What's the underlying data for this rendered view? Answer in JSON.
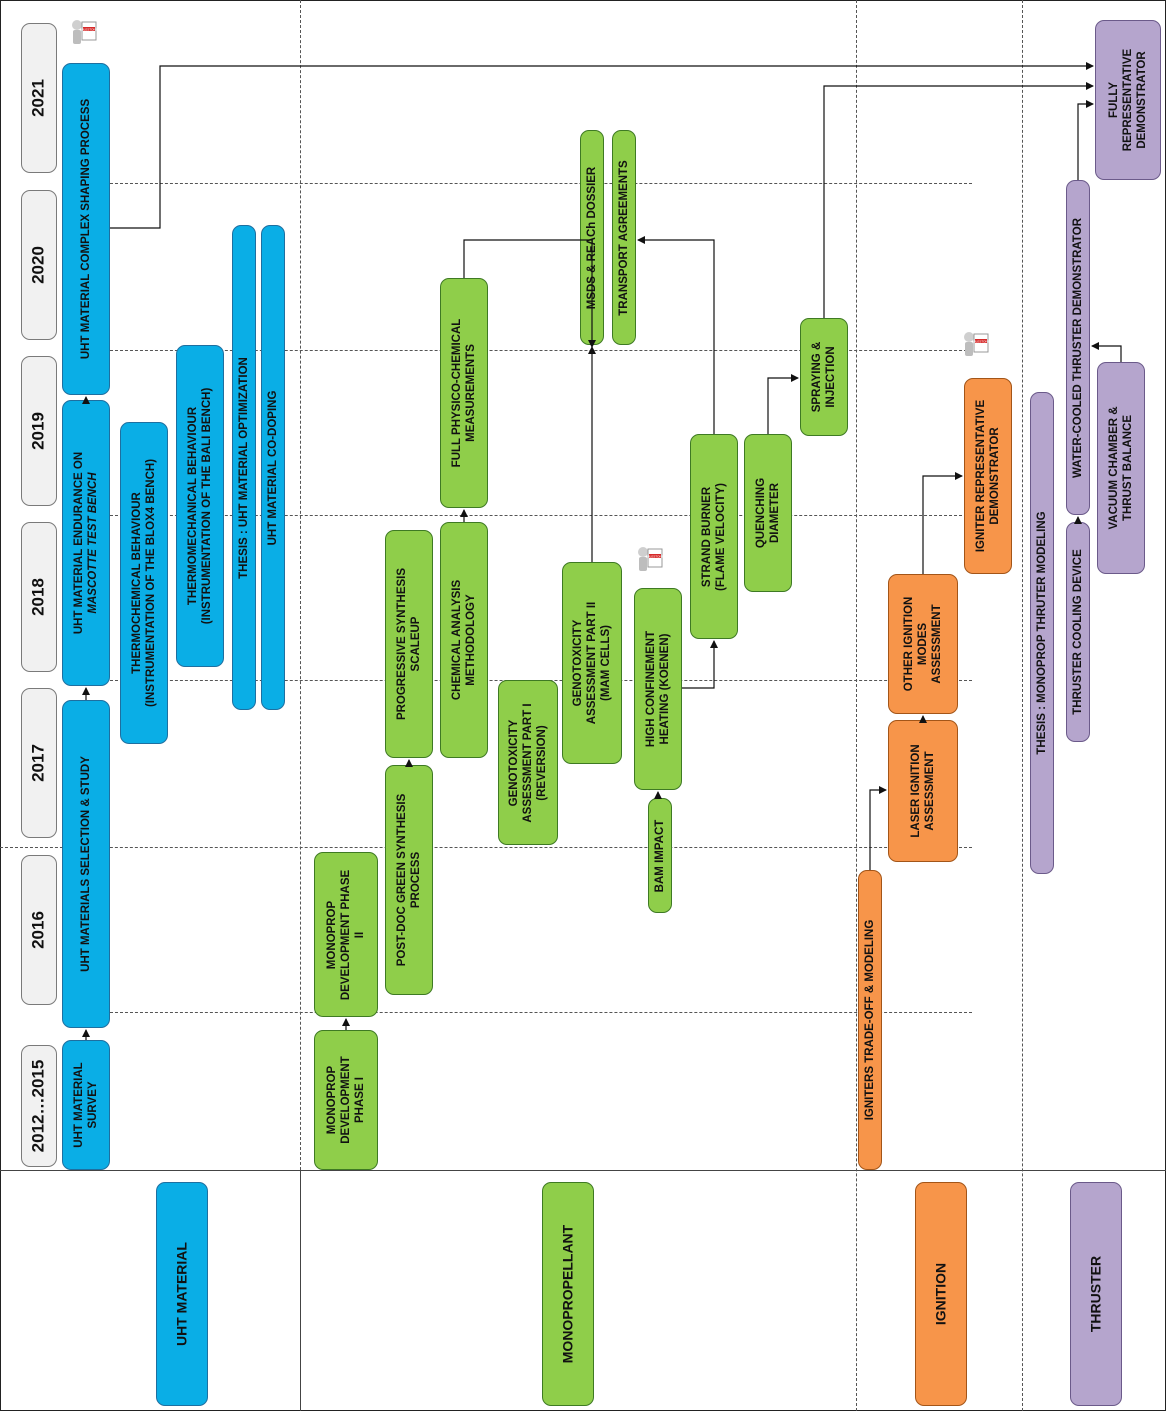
{
  "years": [
    "2012…2015",
    "2016",
    "2017",
    "2018",
    "2019",
    "2020",
    "2021"
  ],
  "categories": {
    "uht": "UHT MATERIAL",
    "monopropellant": "MONOPROPELLANT",
    "ignition": "IGNITION",
    "thruster": "THRUSTER"
  },
  "tasks": {
    "uht_survey": "UHT MATERIAL\nSURVEY",
    "uht_selection": "UHT MATERIALS SELECTION & STUDY",
    "uht_endurance_1": "UHT MATERIAL ENDURANCE ON",
    "uht_endurance_2": "MASCOTTE TEST BENCH",
    "uht_shaping": "UHT MATERIAL COMPLEX SHAPING PROCESS",
    "thermochemical": "THERMOCHEMICAL BEHAVIOUR\n(INSTRUMENTATION OF THE BLOX4 BENCH)",
    "thermomechanical": "THERMOMECHANICAL BEHAVIOUR\n(INSTRUMENTATION OF THE BALI BENCH)",
    "thesis_uht": "THESIS : UHT MATERIAL OPTIMIZATION",
    "uht_codoping": "UHT MATERIAL CO-DOPING",
    "mono_phase1": "MONOPROP\nDEVELOPMENT\nPHASE I",
    "mono_phase2": "MONOPROP\nDEVELOPMENT PHASE\nII",
    "postdoc": "POST-DOC GREEN SYNTHESIS\nPROCESS",
    "progressive": "PROGRESSIVE SYNTHESIS\nSCALEUP",
    "chem_method": "CHEMICAL ANALYSIS\nMETHODOLOGY",
    "full_physico": "FULL PHYSICO-CHEMICAL\nMEASUREMENTS",
    "geno1": "GENOTOXICITY\nASSESSMENT PART I\n(REVERSION)",
    "geno2": "GENOTOXICITY\nASSESSMENT PART II\n(MAM CELLS)",
    "msds": "MSDS & REACh DOSSIER",
    "transport": "TRANSPORT AGREEMENTS",
    "bam": "BAM IMPACT",
    "high_conf": "HIGH CONFINEMENT\nHEATING (KOENEN)",
    "strand": "STRAND BURNER\n(FLAME VELOCITY)",
    "quenching": "QUENCHING\nDIAMETER",
    "spraying": "SPRAYING &\nINJECTION",
    "igniters": "IGNITERS TRADE-OFF & MODELING",
    "laser": "LASER IGNITION\nASSESSMENT",
    "other_ign": "OTHER IGNITION\nMODES\nASSESSMENT",
    "igniter_demo": "IGNITER REPRESENTATIVE\nDEMONSTRATOR",
    "thesis_mono": "THESIS : MONOPROP THRUTER MODELING",
    "cooling": "THRUSTER COOLING DEVICE",
    "water_cooled": "WATER-COOLED THRUSTER DEMONSTRATOR",
    "vacuum": "VACUUM CHAMBER &\nTHRUST BALANCE",
    "fully": "FULLY\nREPRESENTATIVE\nDEMONSTRATOR"
  },
  "milestone_label": "MILESTONE",
  "colors": {
    "uht": "#0aaee6",
    "monopropellant": "#8fce4a",
    "ignition": "#f7954a",
    "thruster": "#b5a5cd",
    "year": "#f1f1f1"
  }
}
